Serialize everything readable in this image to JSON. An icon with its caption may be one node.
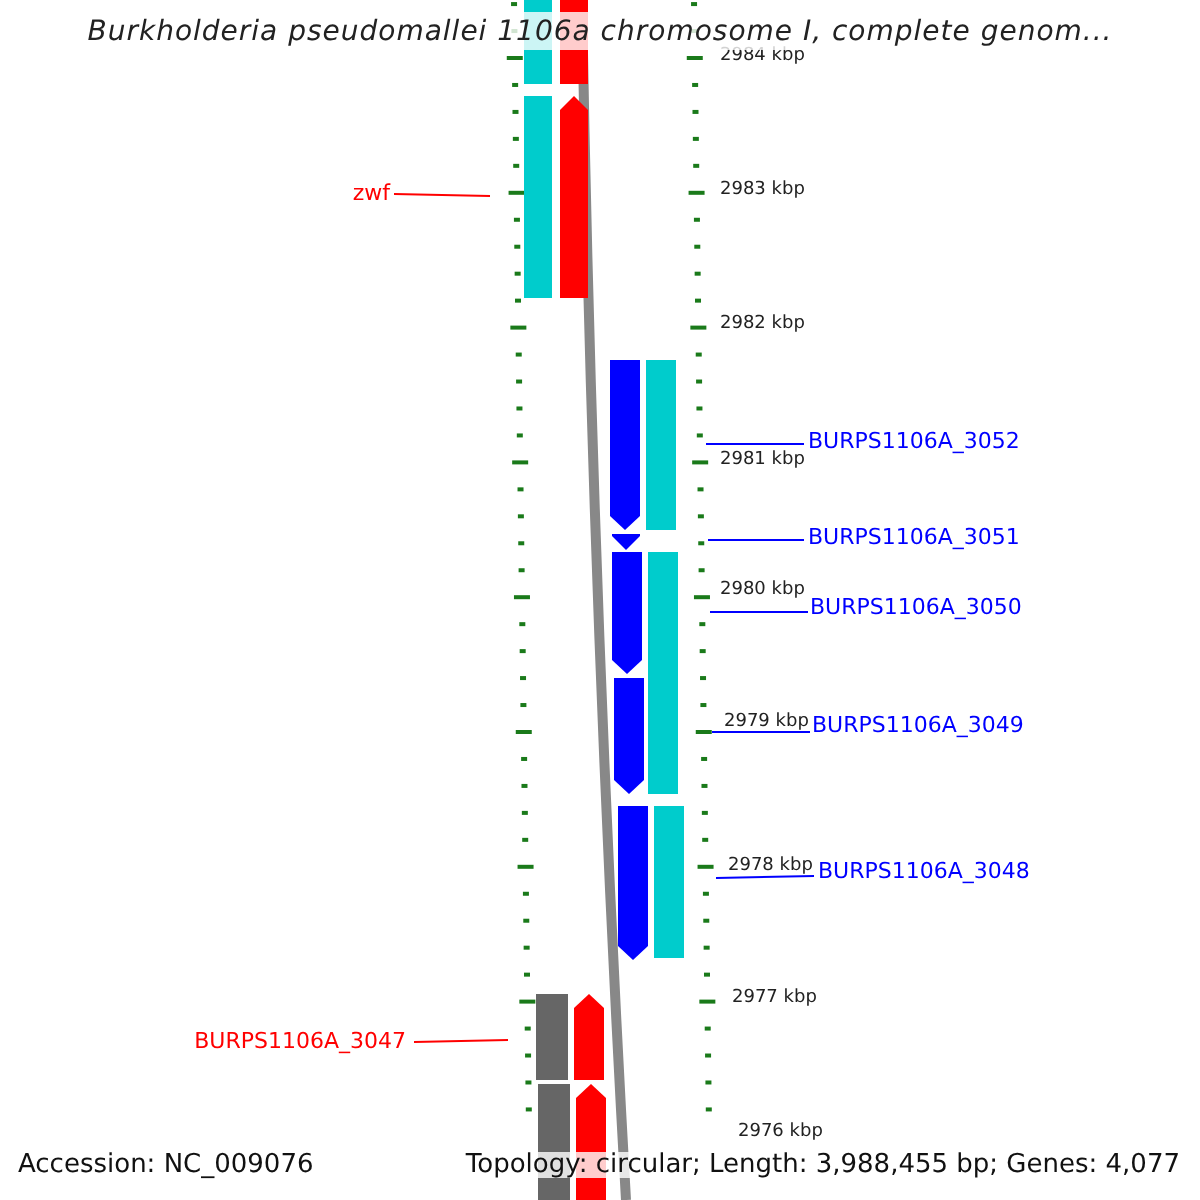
{
  "diagram": {
    "title": "Burkholderia pseudomallei 1106a chromosome I, complete genom...",
    "nodes": [
      {
        "text": [
          "zwf"
        ]
      },
      {
        "text": [
          "BURPS1106A_3052"
        ]
      },
      {
        "text": [
          "BURPS1106A_3051"
        ]
      },
      {
        "text": [
          "BURPS1106A_3050"
        ]
      },
      {
        "text": [
          "BURPS1106A_3049"
        ]
      },
      {
        "text": [
          "BURPS1106A_3048"
        ]
      },
      {
        "text": [
          "BURPS1106A_3047"
        ]
      },
      {
        "text": [],
        "shape": "picture"
      }
    ],
    "edges": [
      {
        "from": 0,
        "to": 7,
        "arrow": "none",
        "color": "#ff0000"
      },
      {
        "from": 1,
        "to": 7,
        "arrow": "none"
      },
      {
        "from": 2,
        "to": 7,
        "arrow": "none"
      },
      {
        "from": 3,
        "to": 7,
        "arrow": "none"
      },
      {
        "from": 4,
        "to": 7,
        "arrow": "none"
      },
      {
        "from": 5,
        "to": 7,
        "arrow": "none"
      },
      {
        "from": 6,
        "to": 7,
        "arrow": "none",
        "color": "#ff0000"
      }
    ],
    "labels": [
      "2984 kbp",
      "2983 kbp",
      "2982 kbp",
      "2981 kbp",
      "2980 kbp",
      "2979 kbp",
      "2978 kbp",
      "2977 kbp",
      "2976 kbp",
      "Accession: NC_009076",
      "Topology: circular; Length: 3,988,455 bp; Genes: 4,077"
    ]
  }
}
